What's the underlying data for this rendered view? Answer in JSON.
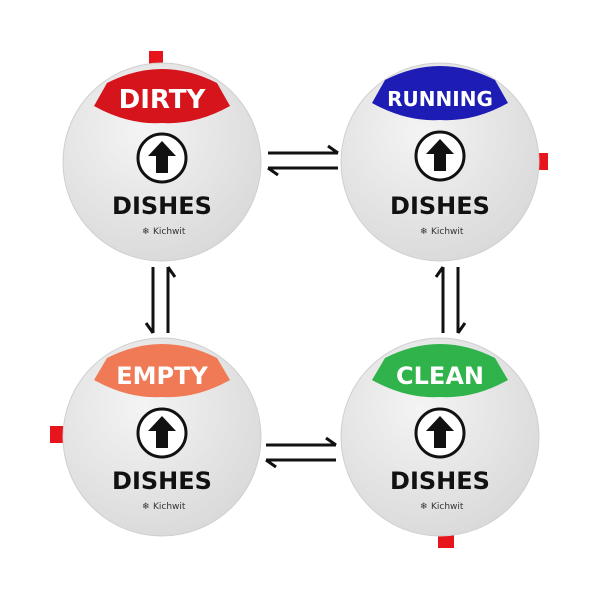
{
  "magnets": [
    {
      "status": "DIRTY",
      "status_color": "#d5141b",
      "bottom_text": "DISHES",
      "brand": "Kichwit"
    },
    {
      "status": "RUNNING",
      "status_color": "#1d1db5",
      "bottom_text": "DISHES",
      "brand": "Kichwit"
    },
    {
      "status": "EMPTY",
      "status_color": "#f07a55",
      "bottom_text": "DISHES",
      "brand": "Kichwit"
    },
    {
      "status": "CLEAN",
      "status_color": "#2fb34a",
      "bottom_text": "DISHES",
      "brand": "Kichwit"
    }
  ],
  "colors": {
    "disc": "#e6e6e6",
    "tab": "#e8141b",
    "ink": "#111111",
    "background": "#ffffff"
  },
  "icons": {
    "center": "up-arrow-in-circle-icon",
    "brand_mark": "snowflake-logo-icon",
    "transition": "two-way-arrows-icon"
  }
}
